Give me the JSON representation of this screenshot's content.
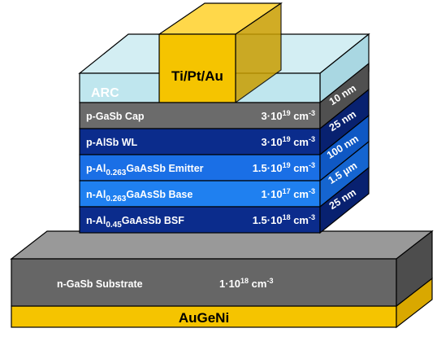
{
  "contact": {
    "label": "Ti/Pt/Au",
    "color": "#f5c400"
  },
  "arc": {
    "label": "ARC",
    "color": "#bfe6ee"
  },
  "back_contact": {
    "label": "AuGeNi",
    "color": "#f5c400"
  },
  "substrate": {
    "label": "n-GaSb Substrate",
    "doping_mantissa": "1·10",
    "doping_exp": "18",
    "unit": "cm",
    "unit_exp": "-3",
    "color": "#666666"
  },
  "layers": [
    {
      "name_pre": "p-GaSb Cap",
      "name_sub": "",
      "name_post": "",
      "doping_mantissa": "3·10",
      "doping_exp": "19",
      "unit": "cm",
      "unit_exp": "-3",
      "thickness": "10 nm",
      "color": "#6b6b6b",
      "side_color": "#505050"
    },
    {
      "name_pre": "p-AlSb WL",
      "name_sub": "",
      "name_post": "",
      "doping_mantissa": "3·10",
      "doping_exp": "19",
      "unit": "cm",
      "unit_exp": "-3",
      "thickness": "25 nm",
      "color": "#0b2c8c",
      "side_color": "#082170"
    },
    {
      "name_pre": "p-Al",
      "name_sub": "0.263",
      "name_post": "GaAsSb Emitter",
      "doping_mantissa": "1.5·10",
      "doping_exp": "19",
      "unit": "cm",
      "unit_exp": "-3",
      "thickness": "100 nm",
      "color": "#1a6fe6",
      "side_color": "#0f58c4"
    },
    {
      "name_pre": "n-Al",
      "name_sub": "0.263",
      "name_post": "GaAsSb Base",
      "doping_mantissa": "1·10",
      "doping_exp": "17",
      "unit": "cm",
      "unit_exp": "-3",
      "thickness": "1.5 µm",
      "color": "#1f80f0",
      "side_color": "#1565d0"
    },
    {
      "name_pre": "n-Al",
      "name_sub": "0.45",
      "name_post": "GaAsSb BSF",
      "doping_mantissa": "1.5·10",
      "doping_exp": "18",
      "unit": "cm",
      "unit_exp": "-3",
      "thickness": "25 nm",
      "color": "#0b2c8c",
      "side_color": "#082170"
    }
  ]
}
